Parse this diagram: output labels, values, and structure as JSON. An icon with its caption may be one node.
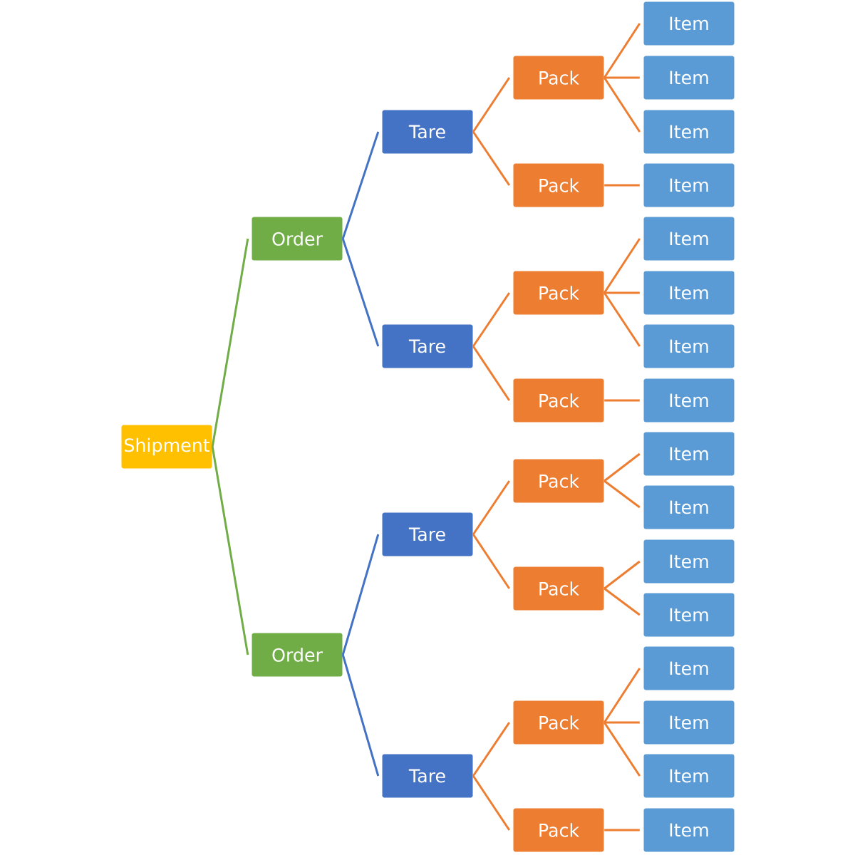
{
  "diagram": {
    "nodes": [
      {
        "text": [
          "Shipment"
        ]
      },
      {
        "text": [
          "Order"
        ]
      },
      {
        "text": [
          "Order"
        ]
      },
      {
        "text": [
          "Tare"
        ]
      },
      {
        "text": [
          "Tare"
        ]
      },
      {
        "text": [
          "Tare"
        ]
      },
      {
        "text": [
          "Tare"
        ]
      },
      {
        "text": [
          "Pack"
        ]
      },
      {
        "text": [
          "Pack"
        ]
      },
      {
        "text": [
          "Pack"
        ]
      },
      {
        "text": [
          "Pack"
        ]
      },
      {
        "text": [
          "Pack"
        ]
      },
      {
        "text": [
          "Pack"
        ]
      },
      {
        "text": [
          "Pack"
        ]
      },
      {
        "text": [
          "Pack"
        ]
      },
      {
        "text": [
          "Item"
        ]
      },
      {
        "text": [
          "Item"
        ]
      },
      {
        "text": [
          "Item"
        ]
      },
      {
        "text": [
          "Item"
        ]
      },
      {
        "text": [
          "Item"
        ]
      },
      {
        "text": [
          "Item"
        ]
      },
      {
        "text": [
          "Item"
        ]
      },
      {
        "text": [
          "Item"
        ]
      },
      {
        "text": [
          "Item"
        ]
      },
      {
        "text": [
          "Item"
        ]
      },
      {
        "text": [
          "Item"
        ]
      },
      {
        "text": [
          "Item"
        ]
      },
      {
        "text": [
          "Item"
        ]
      },
      {
        "text": [
          "Item"
        ]
      },
      {
        "text": [
          "Item"
        ]
      },
      {
        "text": [
          "Item"
        ]
      }
    ],
    "edges": [
      {
        "from": 0,
        "to": 1,
        "arrow": "none",
        "color": "#70ad47"
      },
      {
        "from": 0,
        "to": 2,
        "arrow": "none",
        "color": "#70ad47"
      },
      {
        "from": 1,
        "to": 3,
        "arrow": "none",
        "color": "#4472c4"
      },
      {
        "from": 1,
        "to": 4,
        "arrow": "none",
        "color": "#4472c4"
      },
      {
        "from": 2,
        "to": 5,
        "arrow": "none",
        "color": "#4472c4"
      },
      {
        "from": 2,
        "to": 6,
        "arrow": "none",
        "color": "#4472c4"
      },
      {
        "from": 3,
        "to": 7,
        "arrow": "none"
      },
      {
        "from": 3,
        "to": 8,
        "arrow": "none"
      },
      {
        "from": 4,
        "to": 9,
        "arrow": "none"
      },
      {
        "from": 4,
        "to": 10,
        "arrow": "none"
      },
      {
        "from": 5,
        "to": 11,
        "arrow": "none"
      },
      {
        "from": 5,
        "to": 12,
        "arrow": "none"
      },
      {
        "from": 6,
        "to": 13,
        "arrow": "none"
      },
      {
        "from": 6,
        "to": 14,
        "arrow": "none"
      },
      {
        "from": 7,
        "to": 15,
        "arrow": "none"
      },
      {
        "from": 7,
        "to": 16,
        "arrow": "none"
      },
      {
        "from": 7,
        "to": 17,
        "arrow": "none"
      },
      {
        "from": 8,
        "to": 18,
        "arrow": "none"
      },
      {
        "from": 9,
        "to": 19,
        "arrow": "none"
      },
      {
        "from": 9,
        "to": 20,
        "arrow": "none"
      },
      {
        "from": 9,
        "to": 21,
        "arrow": "none"
      },
      {
        "from": 10,
        "to": 22,
        "arrow": "none"
      },
      {
        "from": 11,
        "to": 23,
        "arrow": "none"
      },
      {
        "from": 11,
        "to": 24,
        "arrow": "none"
      },
      {
        "from": 12,
        "to": 25,
        "arrow": "none"
      },
      {
        "from": 12,
        "to": 26,
        "arrow": "none"
      },
      {
        "from": 13,
        "to": 27,
        "arrow": "none"
      },
      {
        "from": 13,
        "to": 28,
        "arrow": "none"
      },
      {
        "from": 13,
        "to": 29,
        "arrow": "none"
      },
      {
        "from": 14,
        "to": 30,
        "arrow": "none"
      }
    ]
  }
}
